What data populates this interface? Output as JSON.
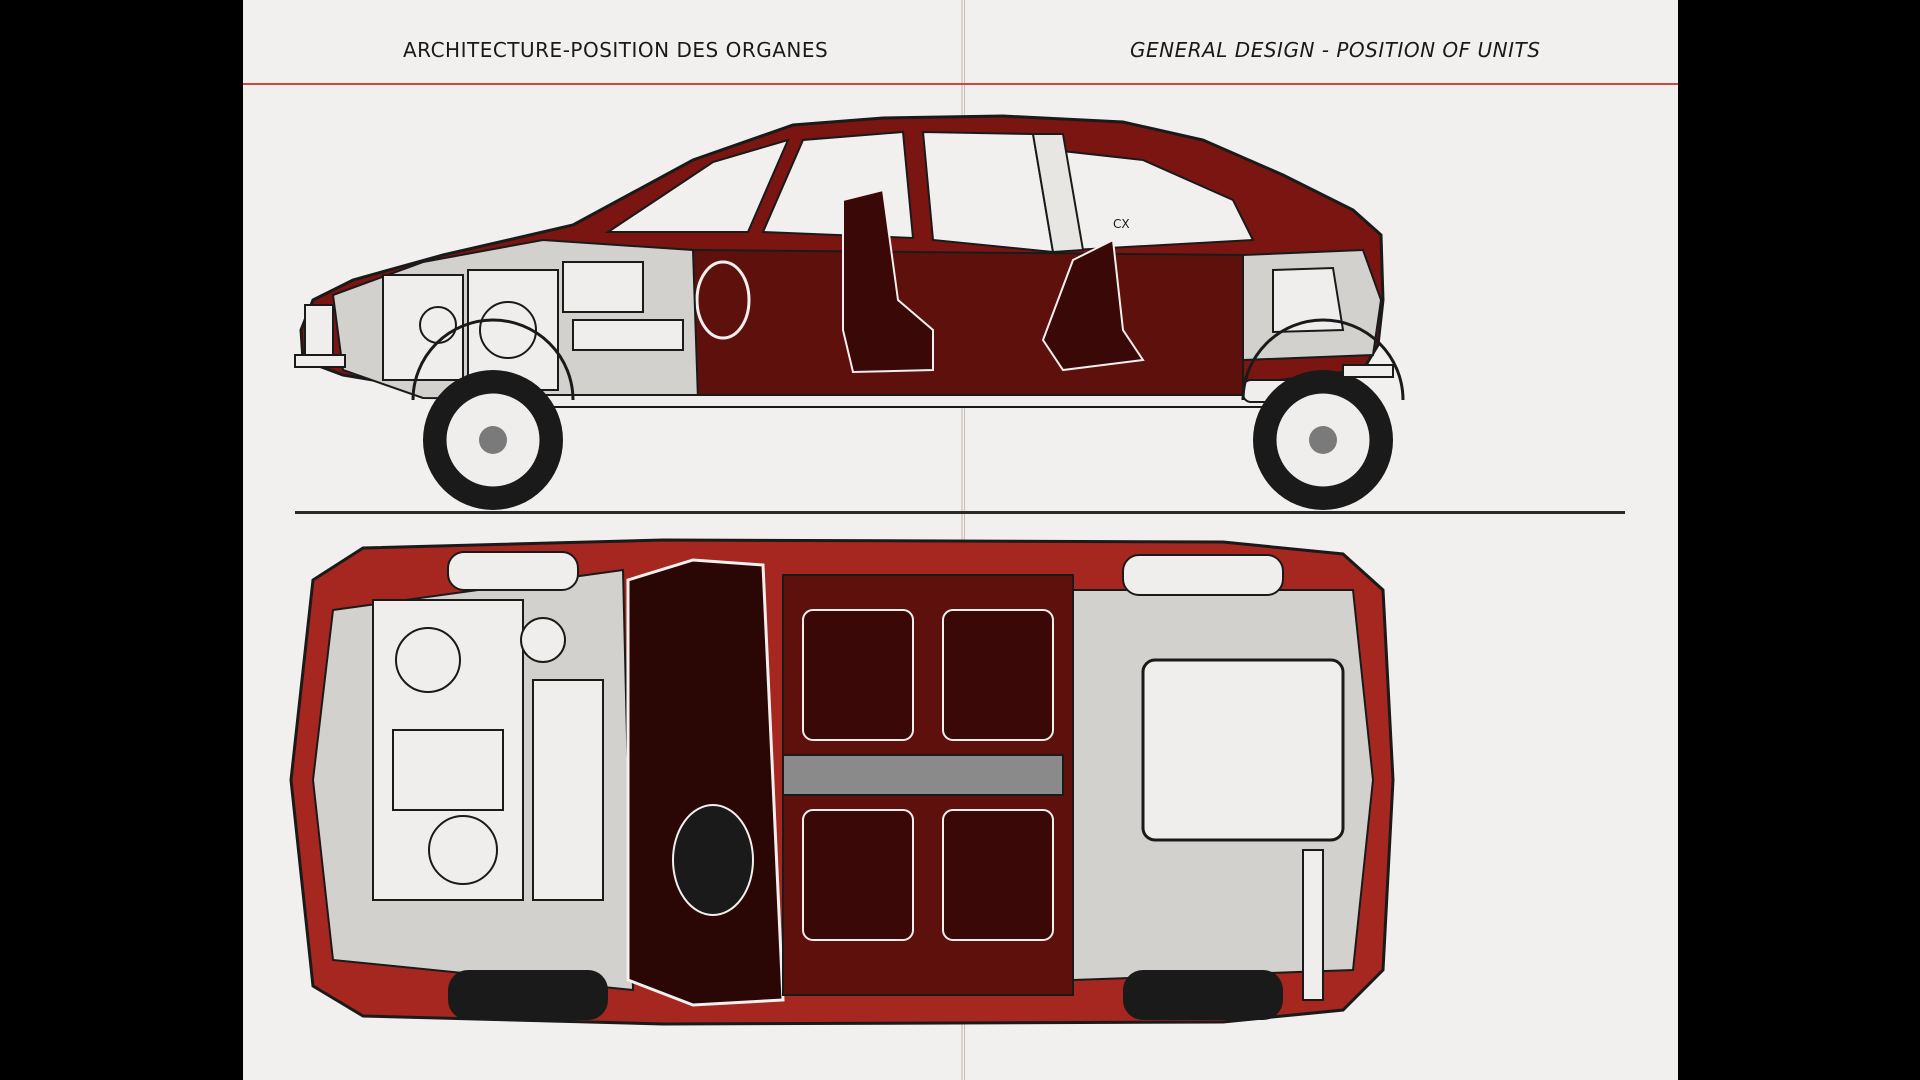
{
  "header": {
    "left_title": "ARCHITECTURE-POSITION DES ORGANES",
    "right_title": "GENERAL DESIGN - POSITION OF UNITS"
  },
  "side_view": {
    "badge": "CX"
  },
  "colors": {
    "body_red": "#7a1512",
    "bright_red": "#b52a22",
    "outline": "#1a1a1a",
    "paper": "#f1f0ee",
    "rule_red": "#c94a43",
    "metal_grey": "#c9c9c9"
  }
}
